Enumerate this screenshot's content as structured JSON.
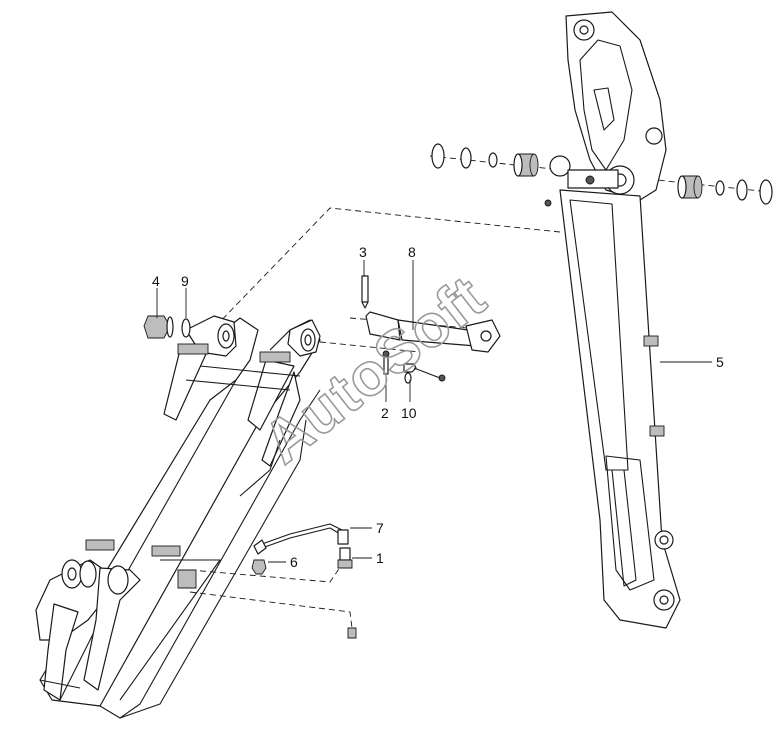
{
  "diagram": {
    "callouts": [
      {
        "id": "1",
        "label": "1"
      },
      {
        "id": "2",
        "label": "2"
      },
      {
        "id": "3",
        "label": "3"
      },
      {
        "id": "4",
        "label": "4"
      },
      {
        "id": "5",
        "label": "5"
      },
      {
        "id": "6",
        "label": "6"
      },
      {
        "id": "7",
        "label": "7"
      },
      {
        "id": "8",
        "label": "8"
      },
      {
        "id": "9",
        "label": "9"
      },
      {
        "id": "10",
        "label": "10"
      }
    ]
  },
  "watermark": {
    "text": "AutoSoft",
    "color": "#9a9a9a"
  }
}
